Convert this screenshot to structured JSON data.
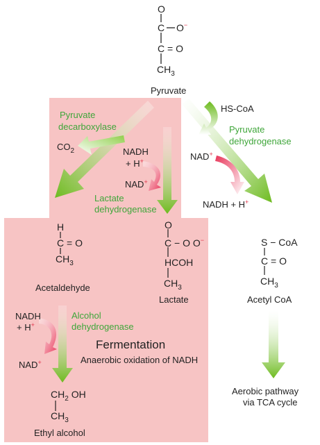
{
  "molecules": {
    "pyruvate": "Pyruvate",
    "acetaldehyde": "Acetaldehyde",
    "lactate": "Lactate",
    "acetyl_coa": "Acetyl CoA",
    "ethyl_alcohol": "Ethyl alcohol"
  },
  "enzymes": {
    "pyruvate_decarboxylase_line1": "Pyruvate",
    "pyruvate_decarboxylase_line2": "decarboxylase",
    "lactate_dehydrogenase_line1": "Lactate",
    "lactate_dehydrogenase_line2": "dehydrogenase",
    "pyruvate_dehydrogenase_line1": "Pyruvate",
    "pyruvate_dehydrogenase_line2": "dehydrogenase",
    "alcohol_dehydrogenase_line1": "Alcohol",
    "alcohol_dehydrogenase_line2": "dehydrogenase"
  },
  "cofactors": {
    "hs_coa": "HS-CoA",
    "co2": "CO",
    "co2_sub": "2",
    "nadh_1": "NADH",
    "h_plus_1": "+ H",
    "nad_1": "NAD",
    "nad_2": "NAD",
    "nadh_h_2": "NADH + H",
    "nadh_3": "NADH",
    "h_plus_3": "+ H",
    "nad_3": "NAD",
    "plus": "+",
    "minus": "−"
  },
  "fermentation": {
    "title": "Fermentation",
    "subtitle": "Anaerobic oxidation of NADH"
  },
  "aerobic": {
    "line1": "Aerobic  pathway",
    "line2": "via TCA cycle"
  },
  "structures": {
    "pyr_o": "O",
    "pyr_c1": "C",
    "pyr_ominus": "O",
    "pyr_c2": "C = O",
    "pyr_ch3": "CH",
    "ald_h": "H",
    "ald_c": "C = O",
    "ald_ch3": "CH",
    "lac_o": "O",
    "lac_c1": "C − O",
    "lac_hcoh": "HCOH",
    "lac_ch3": "CH",
    "acoa_s": "S − CoA",
    "acoa_c": "C = O",
    "acoa_ch3": "CH",
    "eth_ch2oh_a": "CH",
    "eth_ch2oh_b": "OH",
    "eth_ch3": "CH",
    "three": "3",
    "two": "2"
  },
  "colors": {
    "panel": "#f7c4c4",
    "enzyme_green": "#3fa63a",
    "arrow_green": "#7cc12e",
    "arrow_pink": "#e8365a",
    "charge_red": "#e0334a"
  }
}
